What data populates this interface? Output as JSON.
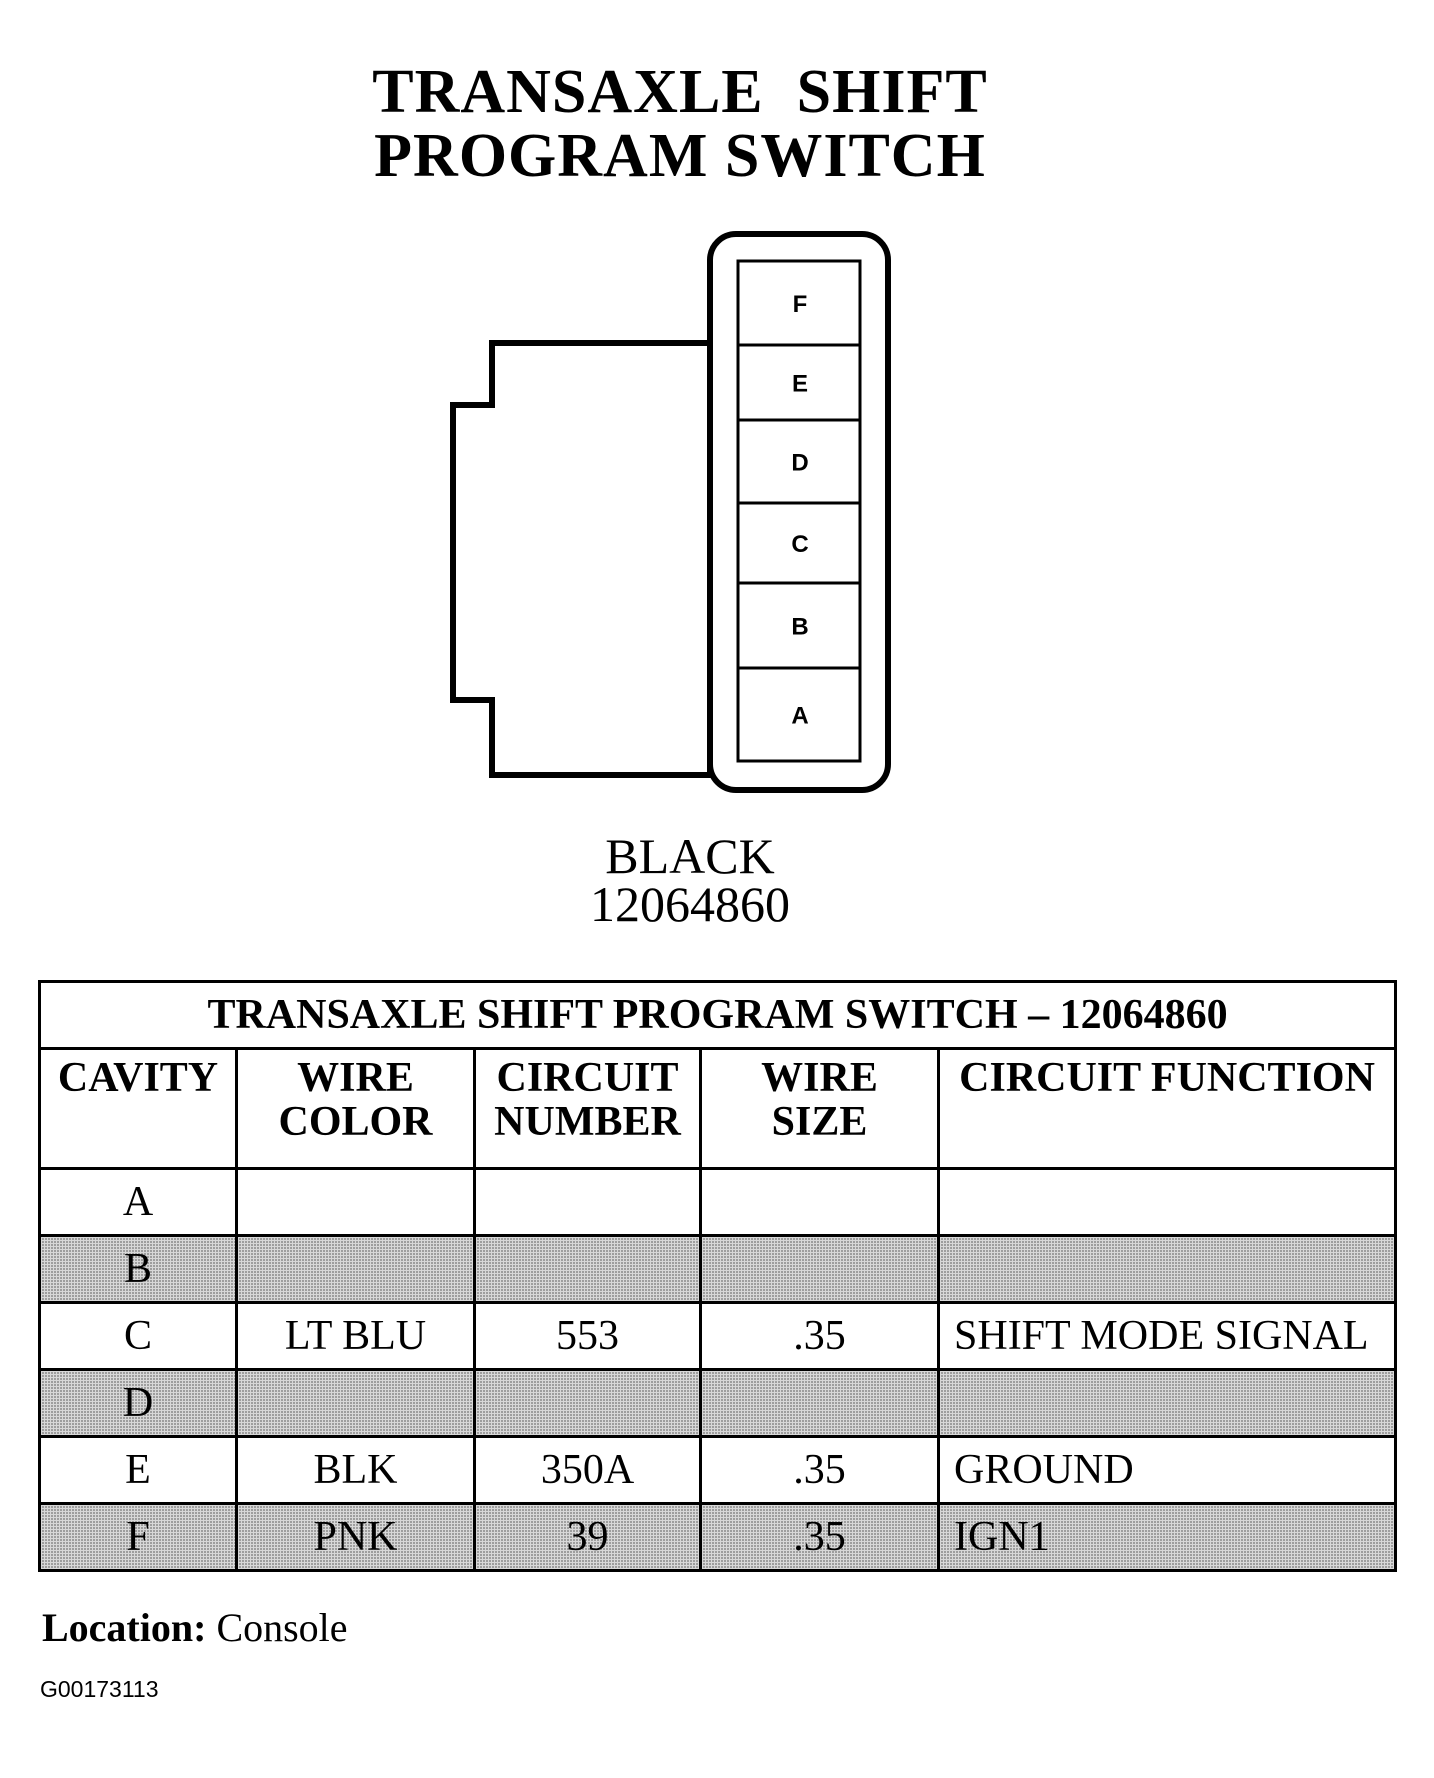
{
  "title": {
    "line1": "TRANSAXLE  SHIFT",
    "line2": "PROGRAM SWITCH"
  },
  "connector": {
    "cavities": [
      "F",
      "E",
      "D",
      "C",
      "B",
      "A"
    ],
    "color_label": "BLACK",
    "part_number": "12064860"
  },
  "table": {
    "caption": "TRANSAXLE SHIFT PROGRAM SWITCH – 12064860",
    "headers": {
      "cavity": "CAVITY",
      "wire_color_1": "WIRE",
      "wire_color_2": "COLOR",
      "circuit_number_1": "CIRCUIT",
      "circuit_number_2": "NUMBER",
      "wire_size_1": "WIRE",
      "wire_size_2": "SIZE",
      "circuit_function": "CIRCUIT FUNCTION"
    },
    "rows": [
      {
        "cavity": "A",
        "wire_color": "",
        "circuit_number": "",
        "wire_size": "",
        "circuit_function": ""
      },
      {
        "cavity": "B",
        "wire_color": "",
        "circuit_number": "",
        "wire_size": "",
        "circuit_function": ""
      },
      {
        "cavity": "C",
        "wire_color": "LT BLU",
        "circuit_number": "553",
        "wire_size": ".35",
        "circuit_function": "SHIFT MODE SIGNAL"
      },
      {
        "cavity": "D",
        "wire_color": "",
        "circuit_number": "",
        "wire_size": "",
        "circuit_function": ""
      },
      {
        "cavity": "E",
        "wire_color": "BLK",
        "circuit_number": "350A",
        "wire_size": ".35",
        "circuit_function": "GROUND"
      },
      {
        "cavity": "F",
        "wire_color": "PNK",
        "circuit_number": "39",
        "wire_size": ".35",
        "circuit_function": "IGN1"
      }
    ]
  },
  "location": {
    "label": "Location:",
    "value": "Console"
  },
  "figure_id": "G00173113"
}
